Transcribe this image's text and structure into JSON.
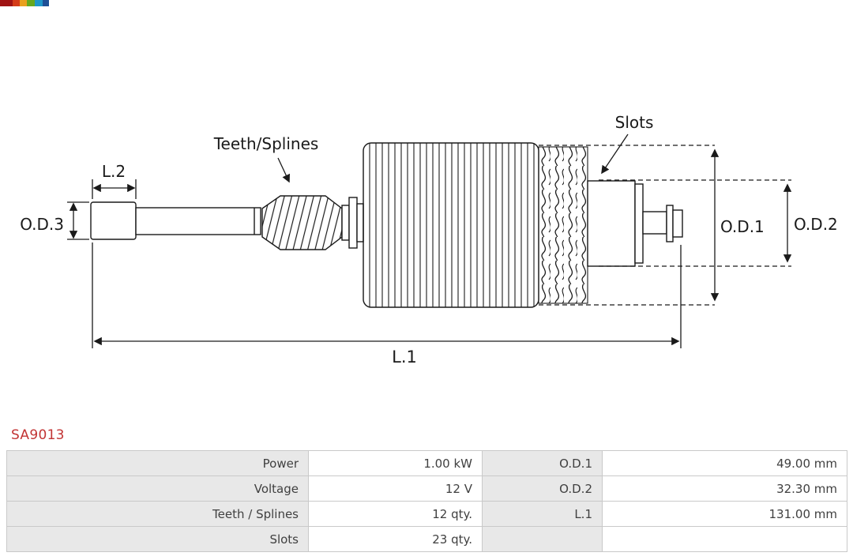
{
  "diagram": {
    "labels": {
      "teeth_splines": "Teeth/Splines",
      "slots": "Slots",
      "l2": "L.2",
      "od3": "O.D.3",
      "od1": "O.D.1",
      "od2": "O.D.2",
      "l1": "L.1"
    }
  },
  "part_number": "SA9013",
  "spec_table": {
    "rows": [
      {
        "label1": "Power",
        "value1": "1.00 kW",
        "label2": "O.D.1",
        "value2": "49.00 mm"
      },
      {
        "label1": "Voltage",
        "value1": "12 V",
        "label2": "O.D.2",
        "value2": "32.30 mm"
      },
      {
        "label1": "Teeth / Splines",
        "value1": "12 qty.",
        "label2": "L.1",
        "value2": "131.00 mm"
      },
      {
        "label1": "Slots",
        "value1": "23 qty.",
        "label2": "",
        "value2": ""
      }
    ]
  },
  "colors": {
    "part_number_red": "#c23434",
    "table_label_bg": "#e8e8e8",
    "table_border": "#c9c9c9",
    "drawing_line": "#1a1a1a"
  }
}
